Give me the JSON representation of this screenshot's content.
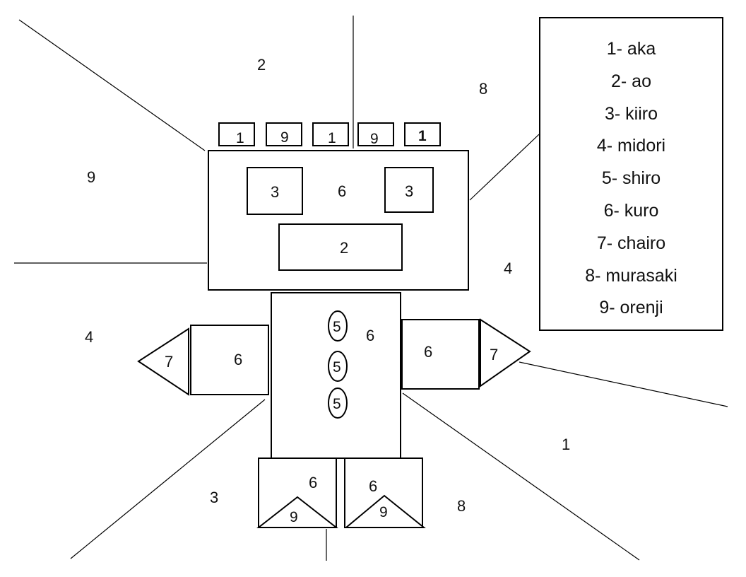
{
  "legend": [
    "1- aka",
    "2- ao",
    "3- kiiro",
    "4- midori",
    "5- shiro",
    "6- kuro",
    "7- chairo",
    "8- murasaki",
    "9- orenji"
  ],
  "regions": {
    "bg_top_left": "2",
    "bg_top_right": "8",
    "bg_left": "9",
    "bg_right_mid": "4",
    "bg_left_arm": "4",
    "bg_bottom_right": "1",
    "bg_bottom_left": "3",
    "bg_bottom_right_low": "8"
  },
  "antennae": [
    "1",
    "9",
    "1",
    "9",
    "1"
  ],
  "head": {
    "eye_left": "3",
    "eye_right": "3",
    "face": "6",
    "mouth": "2"
  },
  "body": {
    "torso": "6",
    "buttons": [
      "5",
      "5",
      "5"
    ]
  },
  "arms": {
    "left_arm": "6",
    "left_hand": "7",
    "right_arm": "6",
    "right_hand": "7"
  },
  "legs": {
    "left_leg": "6",
    "left_foot": "9",
    "right_leg": "6",
    "right_foot": "9"
  }
}
